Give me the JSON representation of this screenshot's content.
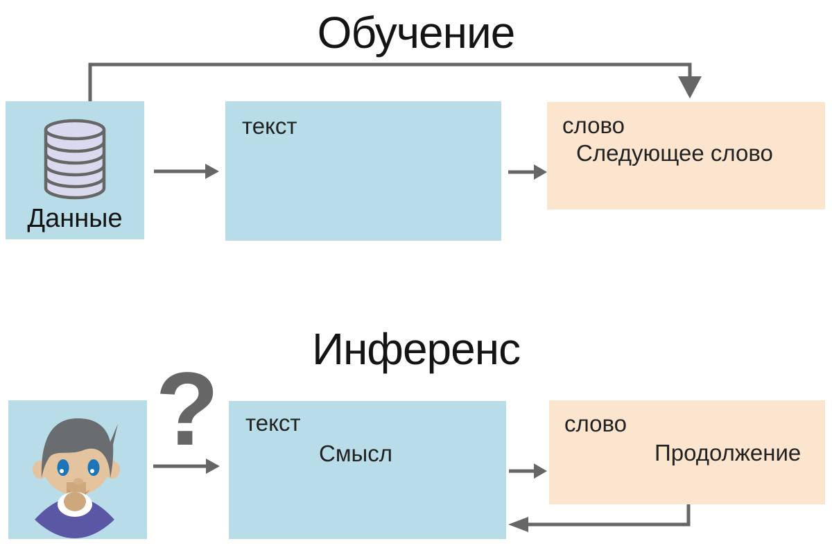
{
  "colors": {
    "box_blue": "#b8dde9",
    "box_peach": "#fce5cf",
    "line_gray": "#666666",
    "database_fill": "#d9d9f0",
    "avatar_hair": "#6a6d70",
    "avatar_skin": "#e3c49e",
    "avatar_shirt": "#5a58a5",
    "avatar_eye": "#1b75b8",
    "text_dark": "#141414"
  },
  "training": {
    "title": "Обучение",
    "data_box": {
      "icon": "database-icon",
      "label": "Данные"
    },
    "text_box": {
      "label": "текст"
    },
    "word_box": {
      "label": "слово",
      "line2": "Следующее слово"
    }
  },
  "inference": {
    "title": "Инференс",
    "user_box": {
      "icon": "user-avatar-icon"
    },
    "question_mark": "?",
    "text_box": {
      "label": "текст",
      "bold_line": "Смысл"
    },
    "word_box": {
      "label": "слово",
      "bold_line": "Продолжение"
    }
  },
  "icons": [
    "database-icon",
    "user-avatar-icon",
    "question-mark",
    "arrow-right-icon",
    "arrow-down-icon",
    "arrow-left-icon"
  ]
}
